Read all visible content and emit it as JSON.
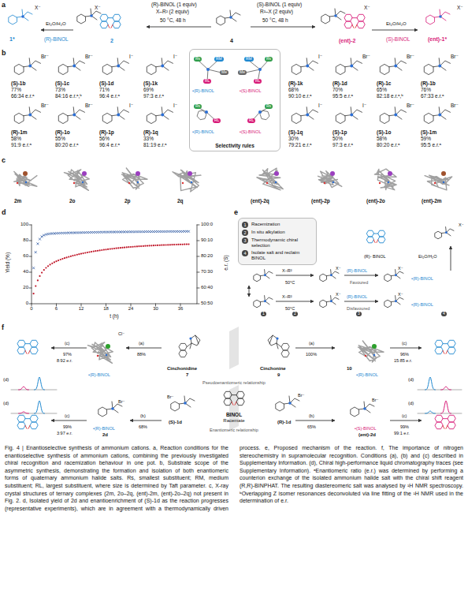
{
  "diagram": {
    "caption": "Fig. 4 | Enantioselective synthesis of ammonium cations. a, Reaction conditions for the enantioselective synthesis of ammonium cations, combining the previously investigated chiral recognition and racemization behaviour in one pot. b, Substrate scope of the asymmetric synthesis, demonstrating the formation and isolation of both enantiomeric forms of quaternary ammonium halide salts. Rs, smallest substituent; RM, medium substituent; RL, largest substituent, where size is determined by Taft parameter. c, X-ray crystal structures of ternary complexes (2m, 2o–2q, (ent)-2m, (ent)-2o–2q) not present in Fig. 2. d, Isolated yield of 2d and enantioenrichment of (S)-1d as the reaction progresses (representative experiments), which are in agreement with a thermodynamically driven process. e, Proposed mechanism of the reaction. f, The importance of nitrogen stereochemistry in supramolecular recognition. Conditions (a), (b) and (c) described in Supplementary Information. (d), Chiral high-performance liquid chromatography traces (see Supplementary Information). ᵃEnantiomeric ratio (e.r.) was determined by performing a counterion exchange of the isolated ammonium halide salt with the chiral shift reagent (R,R)-BINPHAT. The resulting diastereomeric salt was analysed by ¹H NMR spectroscopy. ᵇOverlapping Z isomer resonances deconvoluted via line fitting of the ¹H NMR used in the determination of e.r.",
    "nodes": [
      {
        "text": [
          "Selectivity rules"
        ]
      },
      {
        "text": [
          "1",
          "Racemization",
          "2",
          "In situ alkylation",
          "3",
          "Thermodynamic chiral selection",
          "4",
          "Isolate salt and reclaim BINOL"
        ]
      }
    ],
    "labels": [
      "a",
      "X⁻",
      "1*",
      "Et₂O/H₂O",
      "(R)-BINOL",
      "X⁻",
      "2",
      "(R)-BINOL (1 equiv)",
      "X–R² (2 equiv)",
      "50 °C, 48 h",
      "4",
      "(S)-BINOL (1 equiv)",
      "R²–X (2 equiv)",
      "50 °C, 48 h",
      "X⁻",
      "(ent)-2",
      "Et₂O/H₂O",
      "(S)-BINOL",
      "X⁻",
      "(ent)-1*",
      "b",
      "Br⁻",
      "(S)-1b",
      "77%",
      "66:34 e.r.ᵃ",
      "Br⁻",
      "(S)-1c",
      "73%",
      "84:16 e.r.ᵃ,ᵇ",
      "I⁻",
      "(S)-1d",
      "71%",
      "96:4 e.r.ᵃ",
      "I⁻",
      "(S)-1k",
      "69%",
      "97:3 e.r.ᵃ",
      "Br⁻",
      "(R)-1m",
      "58%",
      "91:9 e.r.ᵃ",
      "Br⁻",
      "(R)-1o",
      "55%",
      "80:20 e.r.ᵃ",
      "I⁻",
      "(R)-1p",
      "56%",
      "96:4 e.r.ᵃ",
      "I⁻",
      "(R)-1q",
      "33%",
      "81:19 e.r.ᵃ",
      "I⁻",
      "(R)-1k",
      "68%",
      "90:10 e.r.ᵃ",
      "Br⁻",
      "(R)-1d",
      "70%",
      "95:5 e.r.ᵃ",
      "Br⁻",
      "(R)-1c",
      "65%",
      "82:18 e.r.ᵃ,ᵇ",
      "Br⁻",
      "(R)-1b",
      "76%",
      "67:33 e.r.ᵃ",
      "I⁻",
      "(S)-1q",
      "30%",
      "79:21 e.r.ᵃ",
      "I⁻",
      "(S)-1p",
      "50%",
      "97:3 e.r.ᵃ",
      "Br⁻",
      "(S)-1o",
      "58%",
      "80:20 e.r.ᵃ",
      "Br⁻",
      "(S)-1m",
      "59%",
      "95:5 e.r.ᵃ",
      "Rs",
      "RM",
      "Me",
      "RL",
      "•(R)-BINOL",
      "Rs",
      "RM",
      "Me",
      "RL",
      "•(S)-BINOL",
      "Rs",
      "RL",
      "•(R)-BINOL",
      "Rs",
      "RL",
      "•(S)-BINOL",
      "c",
      "2m",
      "2o",
      "2p",
      "2q",
      "(ent)-2q",
      "(ent)-2p",
      "(ent)-2o",
      "(ent)-2m",
      "d",
      "Yield (%)",
      "0",
      "20",
      "40",
      "60",
      "80",
      "100",
      "50:50",
      "60:40",
      "70:30",
      "80:20",
      "90:10",
      "100:0",
      "e.r. (S)",
      "0",
      "6",
      "12",
      "18",
      "24",
      "30",
      "36",
      "t (h)",
      "e",
      "X–R²",
      "50°C",
      "X⁻",
      "(R)-BINOL",
      "Favoured",
      "X⁻",
      "•(R)-BINOL",
      "X–R²",
      "50°C",
      "X⁻",
      "(R)-BINOL",
      "Disfavoured",
      "X⁻",
      "•(R)-BINOL",
      "Et₂O/H₂O",
      "X⁻",
      "(R)- BINOL",
      "1",
      "2",
      "3",
      "4",
      "f",
      "(c)",
      "97%",
      "8:92 e.r.",
      "(a)",
      "88%",
      "Cl⁻",
      "•(R)-BINOL",
      "Cinchonidine",
      "7",
      "Pseudoenantiomeric relationship",
      "Cinchonine",
      "9",
      "(a)",
      "100%",
      "10",
      "•(R)-BINOL",
      "(c)",
      "96%",
      "15:85 e.r.",
      "(d)",
      "(d)",
      "(d)",
      "(d)",
      "BINOL",
      "Racemate",
      "Enantiomeric relationship",
      "Br⁻",
      "(S)-1d",
      "Br⁻",
      "(R)-1d",
      "(b)",
      "68%",
      "Br⁻",
      "•(R)-BINOL",
      "2d",
      "(c)",
      "99%",
      "3:97 e.r.",
      "(b)",
      "65%",
      "Br⁻",
      "•(S)-BINOL",
      "(ent)-2d",
      "(c)",
      "99%",
      "99:1 e.r."
    ]
  }
}
